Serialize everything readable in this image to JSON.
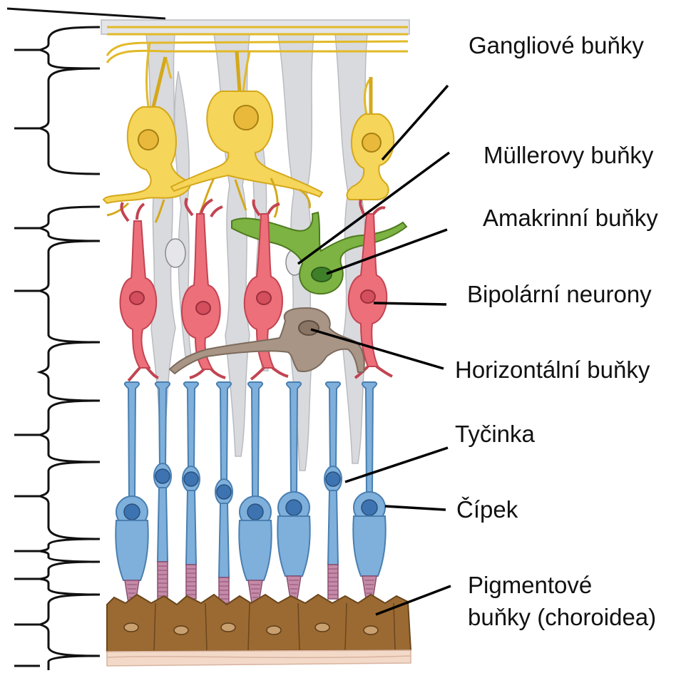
{
  "labels": {
    "ganglion": "Gangliové buňky",
    "muller": "Müllerovy buňky",
    "amacrine": "Amakrinní buňky",
    "bipolar": "Bipolární neurony",
    "horizontal": "Horizontální buňky",
    "rod": "Tyčinka",
    "cone": "Čípek",
    "pigment_line1": "Pigmentové",
    "pigment_line2": "buňky (choroidea)"
  },
  "colors": {
    "ganglion": "#f5d55a",
    "bipolar": "#ec6f7a",
    "amacrine": "#7cb342",
    "horizontal": "#a89585",
    "photoreceptor": "#7fb0dc",
    "muller": "#d9dade",
    "pigment": "#9b6a32",
    "choroid": "#f3d9c8"
  },
  "layer_count": 10
}
